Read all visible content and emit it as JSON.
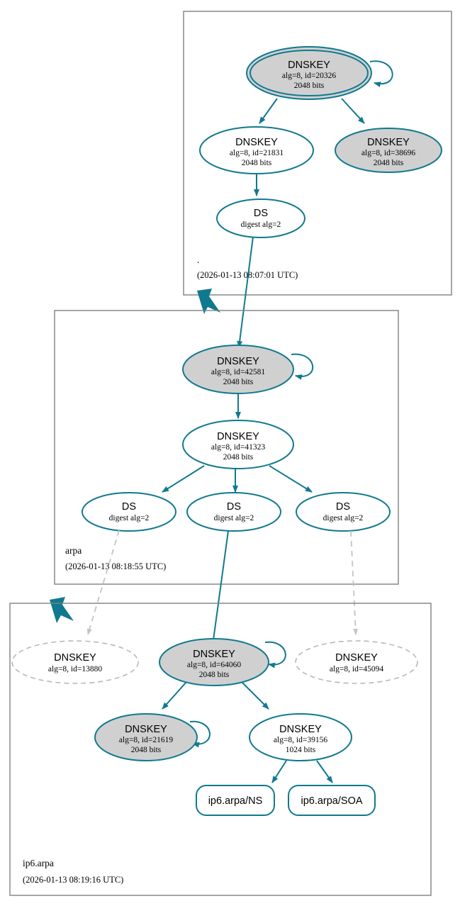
{
  "diagram": {
    "type": "dnssec-chain-of-trust",
    "title": "DNSSEC authentication chain for ip6.arpa",
    "colors": {
      "secure_stroke": "#10798f",
      "secure_fill": "#d0d0d0",
      "insecure_stroke": "#c4c4c4",
      "zone_box_stroke": "#808080",
      "node_fill": "#ffffff",
      "background": "#ffffff"
    }
  },
  "zones": [
    {
      "id": "root",
      "name": ".",
      "timestamp": "(2026-01-13 08:07:01 UTC)",
      "nodes": [
        {
          "id": "ksk20326",
          "type": "DNSKEY",
          "label": "DNSKEY",
          "line2": "alg=8, id=20326",
          "line3": "2048 bits",
          "alg": 8,
          "key_id": 20326,
          "bits": 2048,
          "trust_anchor": true,
          "status": "secure-ksk",
          "self_signed": true
        },
        {
          "id": "zsk21831",
          "type": "DNSKEY",
          "label": "DNSKEY",
          "line2": "alg=8, id=21831",
          "line3": "2048 bits",
          "alg": 8,
          "key_id": 21831,
          "bits": 2048,
          "trust_anchor": false,
          "status": "secure-zsk",
          "self_signed": false
        },
        {
          "id": "zsk38696",
          "type": "DNSKEY",
          "label": "DNSKEY",
          "line2": "alg=8, id=38696",
          "line3": "2048 bits",
          "alg": 8,
          "key_id": 38696,
          "bits": 2048,
          "trust_anchor": false,
          "status": "secure-ksk",
          "self_signed": false
        },
        {
          "id": "ds_arpa",
          "type": "DS",
          "label": "DS",
          "line2": "digest alg=2",
          "digest_alg": 2,
          "status": "secure"
        }
      ]
    },
    {
      "id": "arpa",
      "name": "arpa",
      "timestamp": "(2026-01-13 08:18:55 UTC)",
      "nodes": [
        {
          "id": "ksk42581",
          "type": "DNSKEY",
          "label": "DNSKEY",
          "line2": "alg=8, id=42581",
          "line3": "2048 bits",
          "alg": 8,
          "key_id": 42581,
          "bits": 2048,
          "status": "secure-ksk",
          "self_signed": true
        },
        {
          "id": "zsk41323",
          "type": "DNSKEY",
          "label": "DNSKEY",
          "line2": "alg=8, id=41323",
          "line3": "2048 bits",
          "alg": 8,
          "key_id": 41323,
          "bits": 2048,
          "status": "secure-zsk",
          "self_signed": false
        },
        {
          "id": "ds_a",
          "type": "DS",
          "label": "DS",
          "line2": "digest alg=2",
          "digest_alg": 2,
          "status": "secure"
        },
        {
          "id": "ds_b",
          "type": "DS",
          "label": "DS",
          "line2": "digest alg=2",
          "digest_alg": 2,
          "status": "secure"
        },
        {
          "id": "ds_c",
          "type": "DS",
          "label": "DS",
          "line2": "digest alg=2",
          "digest_alg": 2,
          "status": "secure"
        }
      ]
    },
    {
      "id": "ip6arpa",
      "name": "ip6.arpa",
      "timestamp": "(2026-01-13 08:19:16 UTC)",
      "nodes": [
        {
          "id": "key13880",
          "type": "DNSKEY",
          "label": "DNSKEY",
          "line2": "alg=8, id=13880",
          "line3": "",
          "alg": 8,
          "key_id": 13880,
          "status": "insecure-dashed"
        },
        {
          "id": "ksk64060",
          "type": "DNSKEY",
          "label": "DNSKEY",
          "line2": "alg=8, id=64060",
          "line3": "2048 bits",
          "alg": 8,
          "key_id": 64060,
          "bits": 2048,
          "status": "secure-ksk",
          "self_signed": true
        },
        {
          "id": "key45094",
          "type": "DNSKEY",
          "label": "DNSKEY",
          "line2": "alg=8, id=45094",
          "line3": "",
          "alg": 8,
          "key_id": 45094,
          "status": "insecure-dashed"
        },
        {
          "id": "ksk21619",
          "type": "DNSKEY",
          "label": "DNSKEY",
          "line2": "alg=8, id=21619",
          "line3": "2048 bits",
          "alg": 8,
          "key_id": 21619,
          "bits": 2048,
          "status": "secure-ksk",
          "self_signed": true
        },
        {
          "id": "zsk39156",
          "type": "DNSKEY",
          "label": "DNSKEY",
          "line2": "alg=8, id=39156",
          "line3": "1024 bits",
          "alg": 8,
          "key_id": 39156,
          "bits": 1024,
          "status": "secure-zsk",
          "self_signed": false
        },
        {
          "id": "rr_ns",
          "type": "RRset",
          "label": "ip6.arpa/NS",
          "status": "secure"
        },
        {
          "id": "rr_soa",
          "type": "RRset",
          "label": "ip6.arpa/SOA",
          "status": "secure"
        }
      ]
    }
  ]
}
